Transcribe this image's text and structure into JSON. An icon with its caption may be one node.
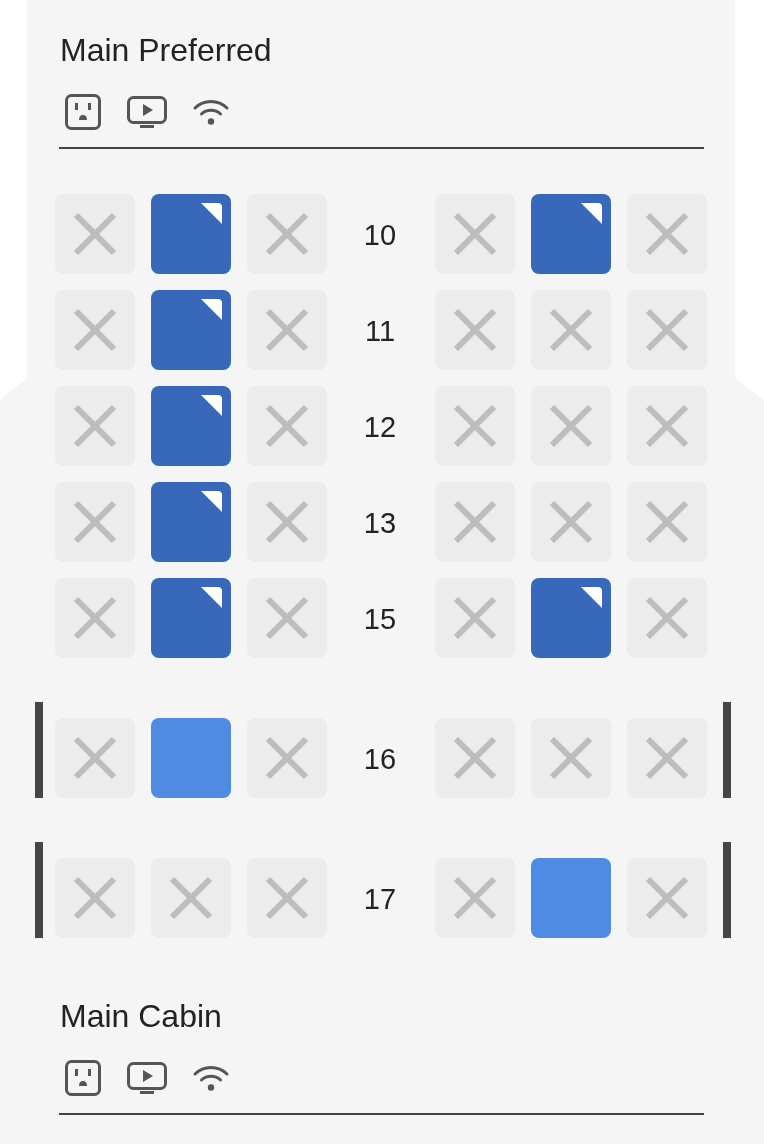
{
  "diagram": {
    "nodes": [
      {
        "text": [],
        "shape": "box"
      },
      {
        "text": [],
        "shape": "box"
      },
      {
        "text": [],
        "shape": "box"
      },
      {
        "text": [],
        "shape": "box"
      },
      {
        "text": [],
        "shape": "box"
      },
      {
        "text": [],
        "shape": "box"
      },
      {
        "text": [],
        "shape": "box"
      },
      {
        "text": [],
        "shape": "box"
      },
      {
        "text": [],
        "shape": "box"
      },
      {
        "text": [],
        "shape": "box"
      },
      {
        "text": [],
        "shape": "box"
      },
      {
        "text": [],
        "shape": "box"
      },
      {
        "text": [],
        "shape": "box"
      },
      {
        "text": [],
        "shape": "box"
      },
      {
        "text": [],
        "shape": "box"
      },
      {
        "text": [],
        "shape": "box"
      },
      {
        "text": [],
        "shape": "box"
      },
      {
        "text": [],
        "shape": "box"
      },
      {
        "text": [],
        "shape": "box"
      },
      {
        "text": [],
        "shape": "box"
      },
      {
        "text": [],
        "shape": "box"
      },
      {
        "text": [],
        "shape": "box"
      },
      {
        "text": [],
        "shape": "box"
      },
      {
        "text": [],
        "shape": "box"
      },
      {
        "text": [],
        "shape": "box"
      },
      {
        "text": [],
        "shape": "box"
      },
      {
        "text": [],
        "shape": "box"
      },
      {
        "text": [],
        "shape": "box"
      },
      {
        "text": [],
        "shape": "box"
      },
      {
        "text": [],
        "shape": "box"
      },
      {
        "text": [],
        "shape": "box"
      },
      {
        "text": [],
        "shape": "box"
      },
      {
        "text": [],
        "shape": "box"
      },
      {
        "text": [],
        "shape": "box"
      },
      {
        "text": [],
        "shape": "box"
      },
      {
        "text": [],
        "shape": "box"
      },
      {
        "text": [],
        "shape": "box"
      },
      {
        "text": [],
        "shape": "box"
      },
      {
        "text": [],
        "shape": "box"
      },
      {
        "text": [],
        "shape": "box"
      },
      {
        "text": [],
        "shape": "box"
      },
      {
        "text": [],
        "shape": "box"
      }
    ],
    "labels": [
      "Main Preferred",
      "10",
      "11",
      "12",
      "13",
      "15",
      "16",
      "17",
      "Main Cabin"
    ]
  }
}
